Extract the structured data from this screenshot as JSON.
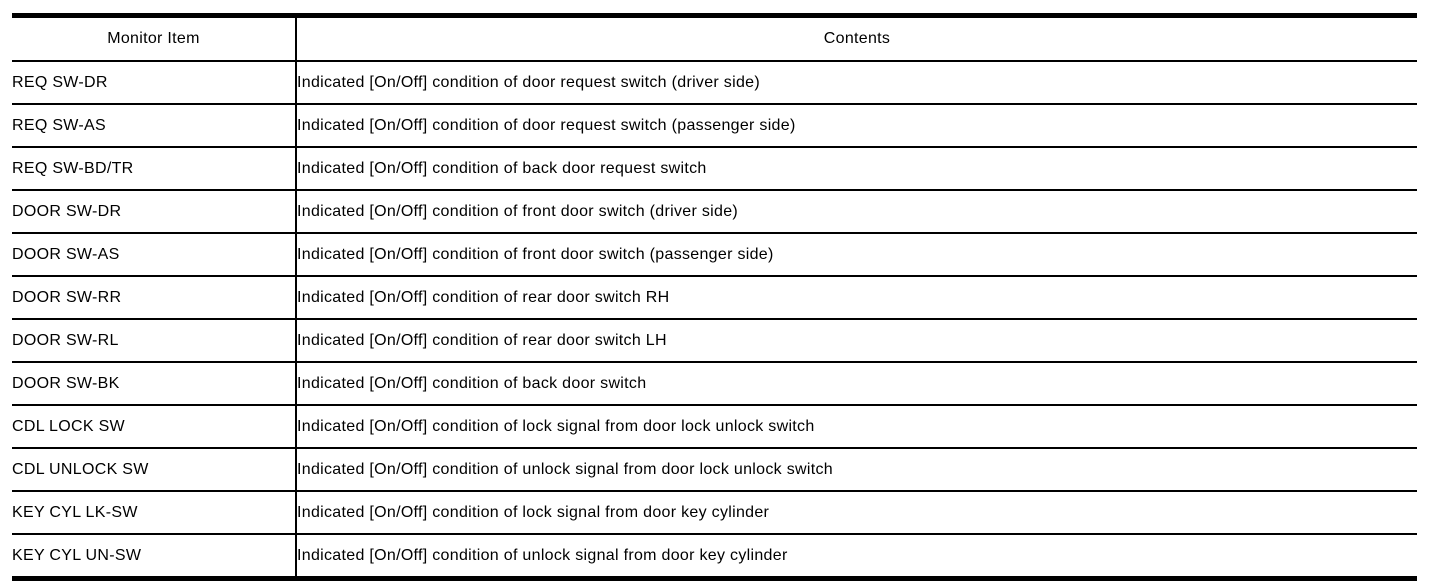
{
  "table": {
    "colors": {
      "border": "#000000",
      "text": "#000000",
      "background": "#ffffff"
    },
    "columns": [
      {
        "label": "Monitor Item"
      },
      {
        "label": "Contents"
      }
    ],
    "rows": [
      {
        "item": "REQ SW-DR",
        "contents": "Indicated [On/Off] condition of door request switch (driver side)"
      },
      {
        "item": "REQ SW-AS",
        "contents": "Indicated [On/Off] condition of door request switch (passenger side)"
      },
      {
        "item": "REQ SW-BD/TR",
        "contents": "Indicated [On/Off] condition of back door request switch"
      },
      {
        "item": "DOOR SW-DR",
        "contents": "Indicated [On/Off] condition of front door switch (driver side)"
      },
      {
        "item": "DOOR SW-AS",
        "contents": "Indicated [On/Off] condition of front door switch (passenger side)"
      },
      {
        "item": "DOOR SW-RR",
        "contents": "Indicated [On/Off] condition of rear door switch RH"
      },
      {
        "item": "DOOR SW-RL",
        "contents": "Indicated [On/Off] condition of rear door switch LH"
      },
      {
        "item": "DOOR SW-BK",
        "contents": "Indicated [On/Off] condition of back door switch"
      },
      {
        "item": "CDL LOCK SW",
        "contents": "Indicated [On/Off] condition of lock signal from door lock unlock switch"
      },
      {
        "item": "CDL UNLOCK SW",
        "contents": "Indicated [On/Off] condition of unlock signal from door lock unlock switch"
      },
      {
        "item": "KEY CYL LK-SW",
        "contents": "Indicated [On/Off] condition of lock signal from door key cylinder"
      },
      {
        "item": "KEY CYL UN-SW",
        "contents": "Indicated [On/Off] condition of unlock signal from door key cylinder"
      }
    ]
  }
}
